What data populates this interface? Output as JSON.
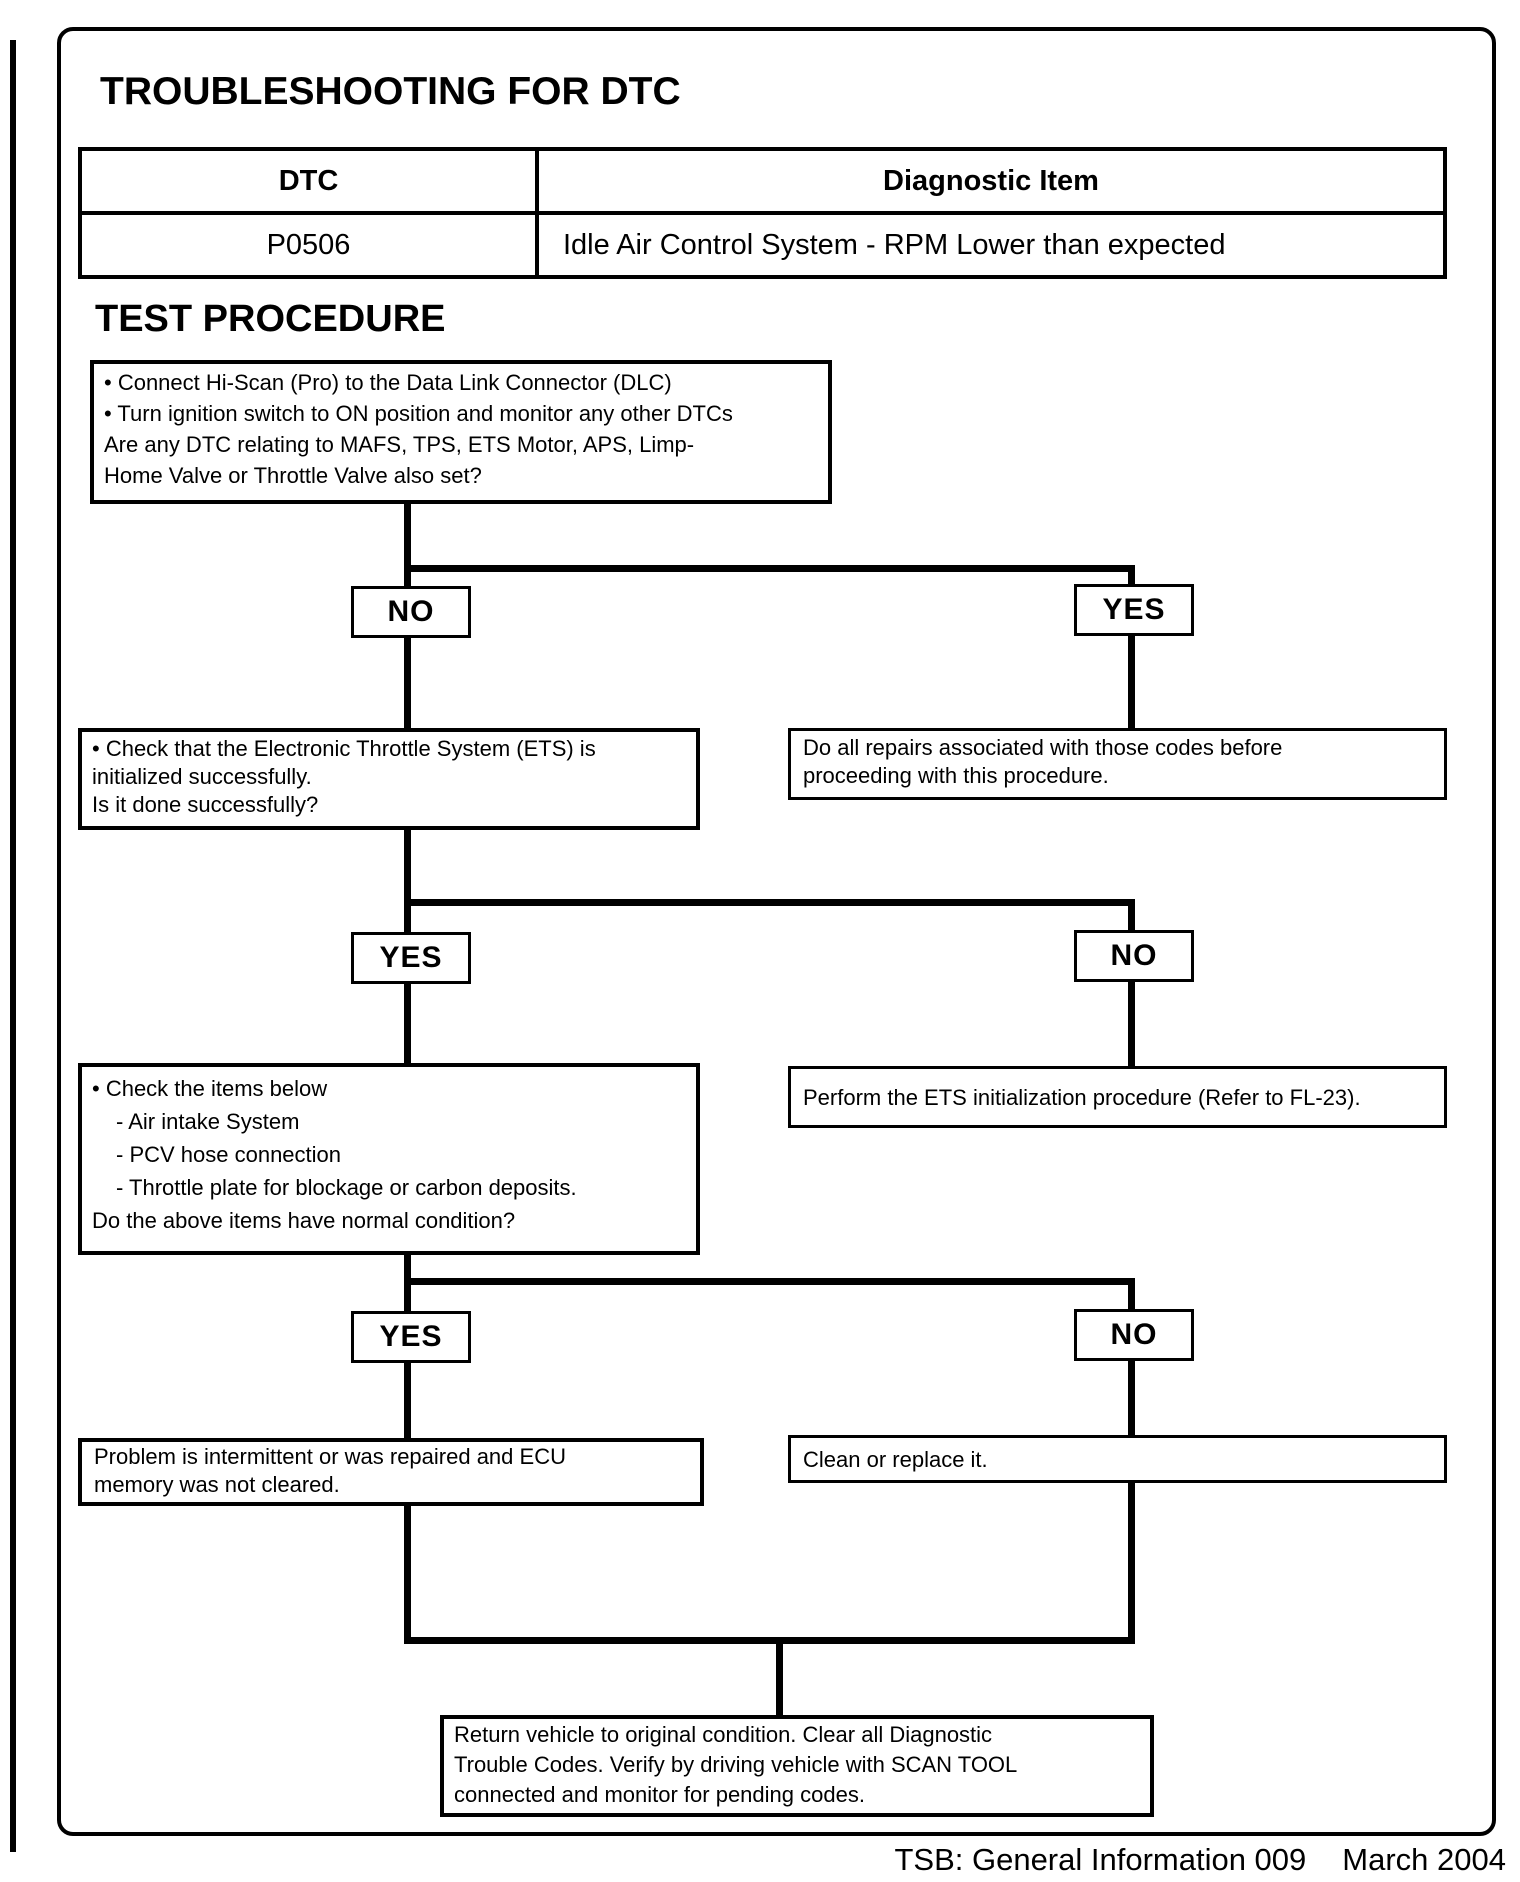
{
  "page": {
    "title": "TROUBLESHOOTING FOR DTC",
    "procedure_heading": "TEST PROCEDURE",
    "footer": {
      "tsb_ref": "TSB: General Information 009",
      "date": "March 2004"
    }
  },
  "dtc_table": {
    "headers": {
      "dtc": "DTC",
      "item": "Diagnostic Item"
    },
    "row": {
      "dtc": "P0506",
      "item": "Idle Air Control System - RPM Lower than expected"
    }
  },
  "flowchart": {
    "start": {
      "lines": [
        "• Connect Hi-Scan (Pro) to the Data Link Connector (DLC)",
        "• Turn ignition switch to ON position and monitor any other DTCs",
        "Are any DTC relating to MAFS, TPS, ETS Motor, APS, Limp-",
        "Home Valve or Throttle Valve also set?"
      ]
    },
    "decisions": [
      {
        "left": "NO",
        "right": "YES"
      },
      {
        "left": "YES",
        "right": "NO"
      },
      {
        "left": "YES",
        "right": "NO"
      }
    ],
    "ets_check": {
      "lines": [
        "• Check that the Electronic Throttle System (ETS) is",
        "initialized successfully.",
        "Is it done successfully?"
      ]
    },
    "do_repairs": {
      "lines": [
        "Do all repairs associated with those codes before",
        "proceeding with this procedure."
      ]
    },
    "items_check": {
      "lines": [
        "• Check the items below",
        "- Air intake System",
        "- PCV hose connection",
        "- Throttle plate for blockage or carbon deposits.",
        "Do the above items have normal condition?"
      ]
    },
    "ets_init": {
      "line": "Perform the ETS initialization procedure (Refer to FL-23)."
    },
    "intermittent": {
      "lines": [
        "Problem is intermittent or was repaired and ECU",
        "memory was not cleared."
      ]
    },
    "clean_replace": {
      "line": "Clean or replace it."
    },
    "finish": {
      "lines": [
        "Return vehicle to original condition. Clear all Diagnostic",
        "Trouble Codes. Verify by driving vehicle with SCAN TOOL",
        "connected and monitor for pending codes."
      ]
    }
  }
}
